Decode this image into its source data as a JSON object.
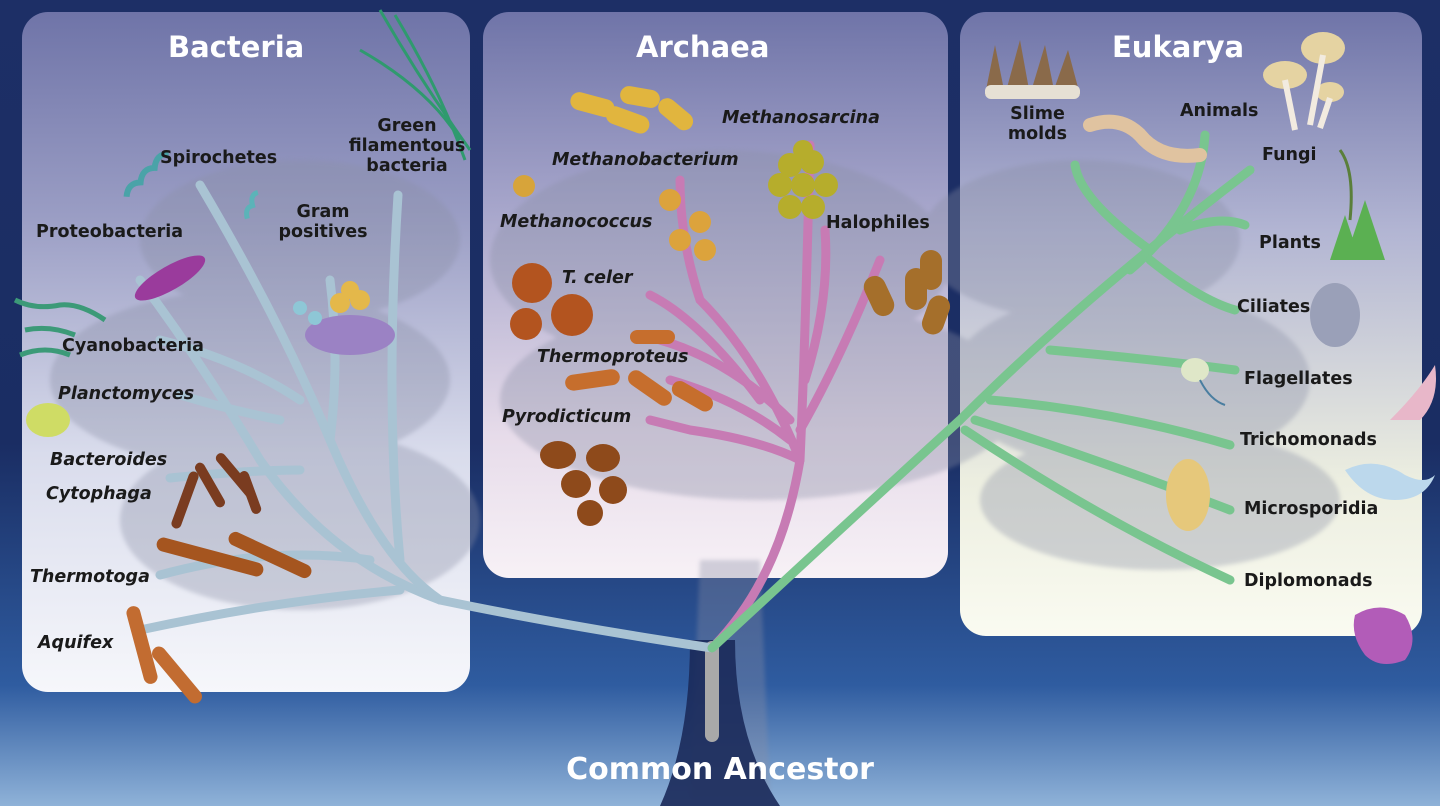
{
  "domains": {
    "bacteria": "Bacteria",
    "archaea": "Archaea",
    "eukarya": "Eukarya"
  },
  "root_label": "Common Ancestor",
  "bacteria_groups": [
    "Green filamentous bacteria",
    "Spirochetes",
    "Gram positives",
    "Proteobacteria",
    "Cyanobacteria",
    "Planctomyces",
    "Bacteroides",
    "Cytophaga",
    "Thermotoga",
    "Aquifex"
  ],
  "bacteria_labels": {
    "green_filamentous": [
      "Green",
      "filamentous",
      "bacteria"
    ],
    "spirochetes": "Spirochetes",
    "gram_positives": [
      "Gram",
      "positives"
    ],
    "proteobacteria": "Proteobacteria",
    "cyanobacteria": "Cyanobacteria",
    "planctomyces": "Planctomyces",
    "bacteroides": "Bacteroides",
    "cytophaga": "Cytophaga",
    "thermotoga": "Thermotoga",
    "aquifex": "Aquifex"
  },
  "archaea_labels": {
    "methanosarcina": "Methanosarcina",
    "methanobacterium": "Methanobacterium",
    "methanococcus": "Methanococcus",
    "halophiles": "Halophiles",
    "t_celer": "T. celer",
    "thermoproteus": "Thermoproteus",
    "pyrodicticum": "Pyrodicticum"
  },
  "eukarya_labels": {
    "slime_molds": [
      "Slime",
      "molds"
    ],
    "animals": "Animals",
    "fungi": "Fungi",
    "plants": "Plants",
    "ciliates": "Ciliates",
    "flagellates": "Flagellates",
    "trichomonads": "Trichomonads",
    "microsporidia": "Microsporidia",
    "diplomonads": "Diplomonads"
  },
  "branch_colors": {
    "bacteria": "#a9c3d3",
    "archaea": "#c77bb4",
    "eukarya": "#79c58f",
    "trunk": "#a9a9a9"
  }
}
